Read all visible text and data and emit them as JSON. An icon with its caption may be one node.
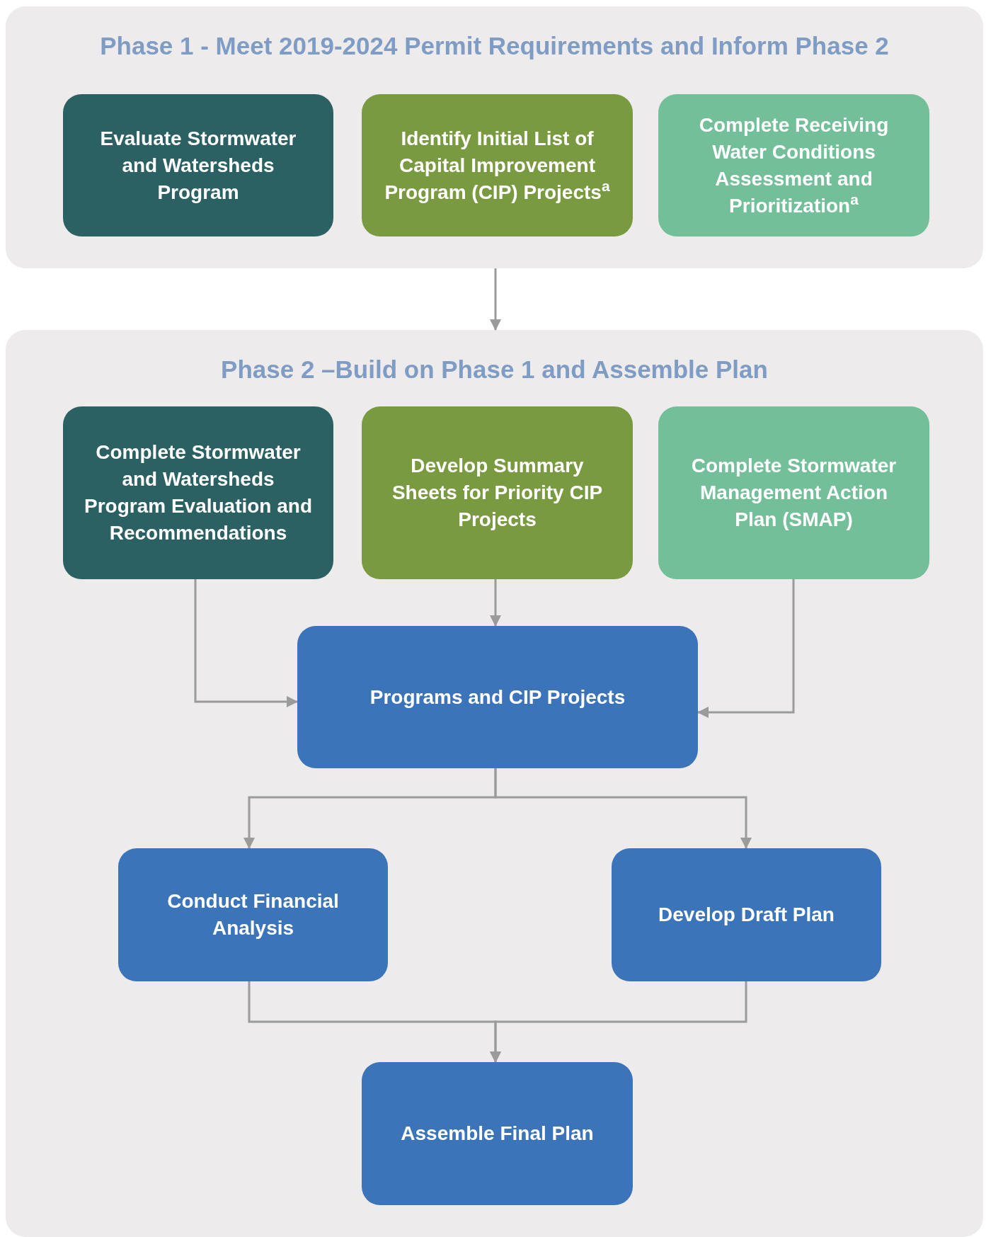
{
  "diagram": {
    "nodes": [
      {
        "text": [
          "Phase 1 - Meet 2019-2024 Permit Requirements and Inform Phase 2"
        ]
      },
      {
        "text": [
          "Evaluate Stormwater and Watersheds Program"
        ],
        "in": 0
      },
      {
        "text": [
          "Identify Initial List of Capital Improvement Program (CIP) Projects$^{a}$"
        ],
        "in": 0
      },
      {
        "text": [
          "Complete Receiving Water Conditions Assessment and Prioritization$^{a}$"
        ],
        "in": 0
      },
      {
        "text": [
          "Phase 2 –Build on Phase 1 and Assemble Plan"
        ]
      },
      {
        "text": [
          "Complete Stormwater and Watersheds Program Evaluation and Recommendations"
        ],
        "in": 4
      },
      {
        "text": [
          "Develop Summary Sheets for Priority CIP Projects"
        ],
        "in": 4
      },
      {
        "text": [
          "Complete Stormwater Management Action Plan (SMAP)"
        ],
        "in": 4
      },
      {
        "text": [
          "Programs and CIP Projects"
        ],
        "in": 4
      },
      {
        "text": [
          "Conduct Financial Analysis"
        ],
        "in": 4
      },
      {
        "text": [
          "Develop Draft Plan"
        ],
        "in": 4
      },
      {
        "text": [
          "Assemble Final Plan"
        ],
        "in": 4
      }
    ],
    "edges": [
      {
        "from": 0,
        "to": 4,
        "arrow": "to"
      },
      {
        "from": 5,
        "to": 8,
        "arrow": "to"
      },
      {
        "from": 6,
        "to": 8,
        "arrow": "to"
      },
      {
        "from": 7,
        "to": 8,
        "arrow": "to"
      },
      {
        "from": 8,
        "to": 9,
        "arrow": "to"
      },
      {
        "from": 8,
        "to": 10,
        "arrow": "to"
      },
      {
        "from": 9,
        "to": 11,
        "arrow": "to"
      },
      {
        "from": 10,
        "to": 11,
        "arrow": "to"
      }
    ]
  }
}
